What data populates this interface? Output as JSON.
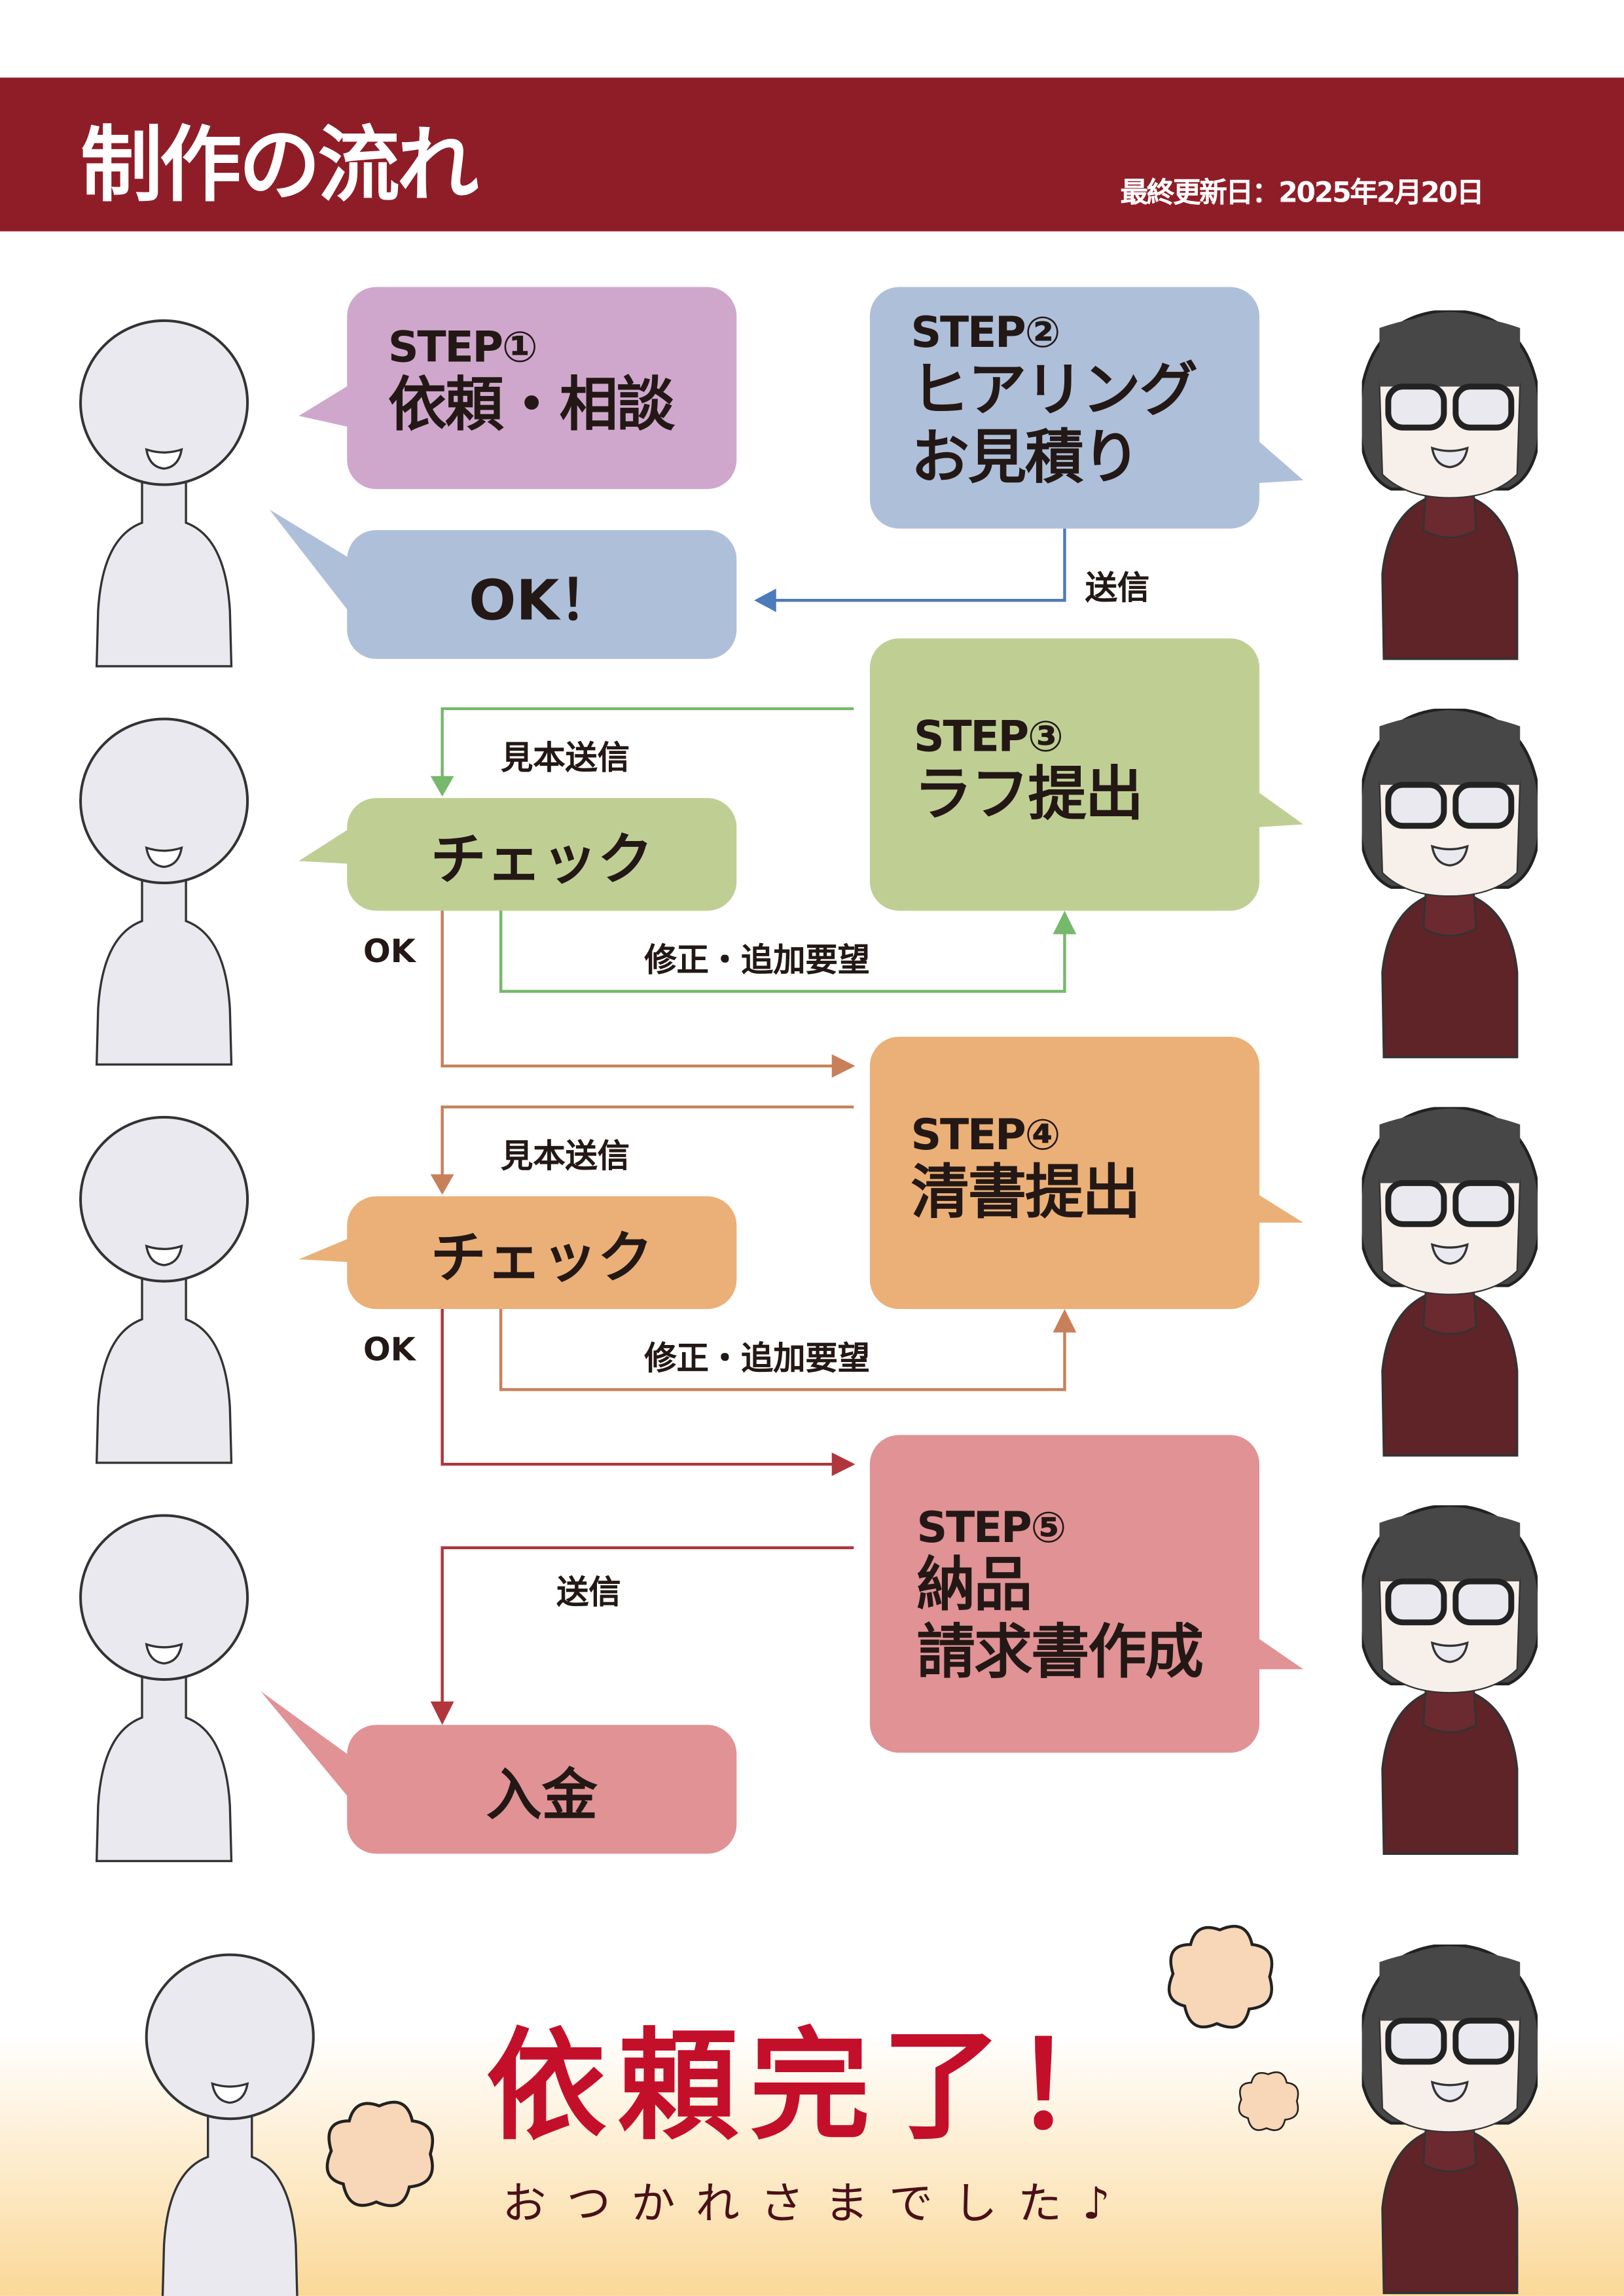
{
  "header": {
    "title": "制作の流れ",
    "updated": "最終更新日：2025年2月20日"
  },
  "steps": [
    {
      "step": "STEP①",
      "title": "依頼・相談",
      "color": "#cfa7cc"
    },
    {
      "step": "STEP②",
      "title": "ヒアリング",
      "title2": "お見積り",
      "color": "#aebfda"
    },
    {
      "step": "STEP③",
      "title": "ラフ提出",
      "color": "#bfcf94"
    },
    {
      "step": "STEP④",
      "title": "清書提出",
      "color": "#ebb077"
    },
    {
      "step": "STEP⑤",
      "title": "納品",
      "title2": "請求書作成",
      "color": "#e09295"
    }
  ],
  "client": {
    "ok": "OK！",
    "check": "チェック",
    "payment": "入金"
  },
  "labels": {
    "send": "送信",
    "sample_send": "見本送信",
    "ok": "OK",
    "revision": "修正・追加要望"
  },
  "footer": {
    "done": "依頼完了！",
    "thanks": "おつかれさまでした♪"
  }
}
